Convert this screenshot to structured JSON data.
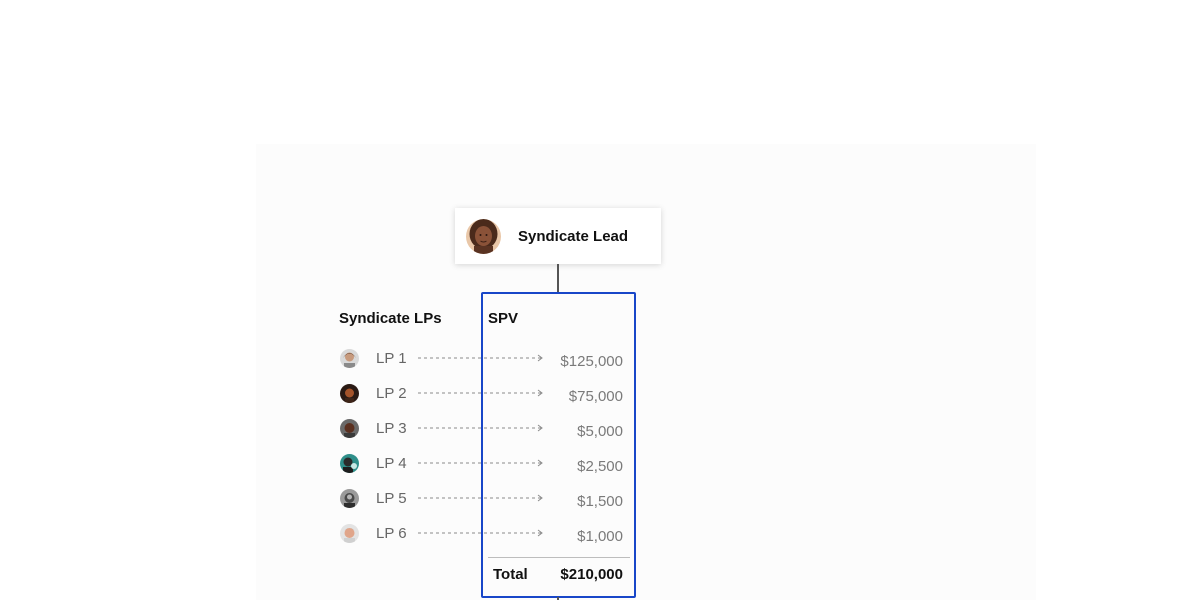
{
  "lead": {
    "title": "Syndicate Lead"
  },
  "lps": {
    "title": "Syndicate LPs",
    "items": [
      {
        "label": "LP 1",
        "amount": "$125,000"
      },
      {
        "label": "LP 2",
        "amount": "$75,000"
      },
      {
        "label": "LP 3",
        "amount": "$5,000"
      },
      {
        "label": "LP 4",
        "amount": "$2,500"
      },
      {
        "label": "LP 5",
        "amount": "$1,500"
      },
      {
        "label": "LP 6",
        "amount": "$1,000"
      }
    ]
  },
  "spv": {
    "title": "SPV",
    "total_label": "Total",
    "total_value": "$210,000"
  },
  "colors": {
    "spv_border": "#1846c8",
    "amount_text": "#7a7a7a",
    "label_text": "#666666",
    "connector": "#555555"
  },
  "icons": {
    "lead_avatar": "person-avatar-icon",
    "lp_avatar": "person-avatar-icon",
    "arrow": "dashed-arrow-right-icon"
  }
}
